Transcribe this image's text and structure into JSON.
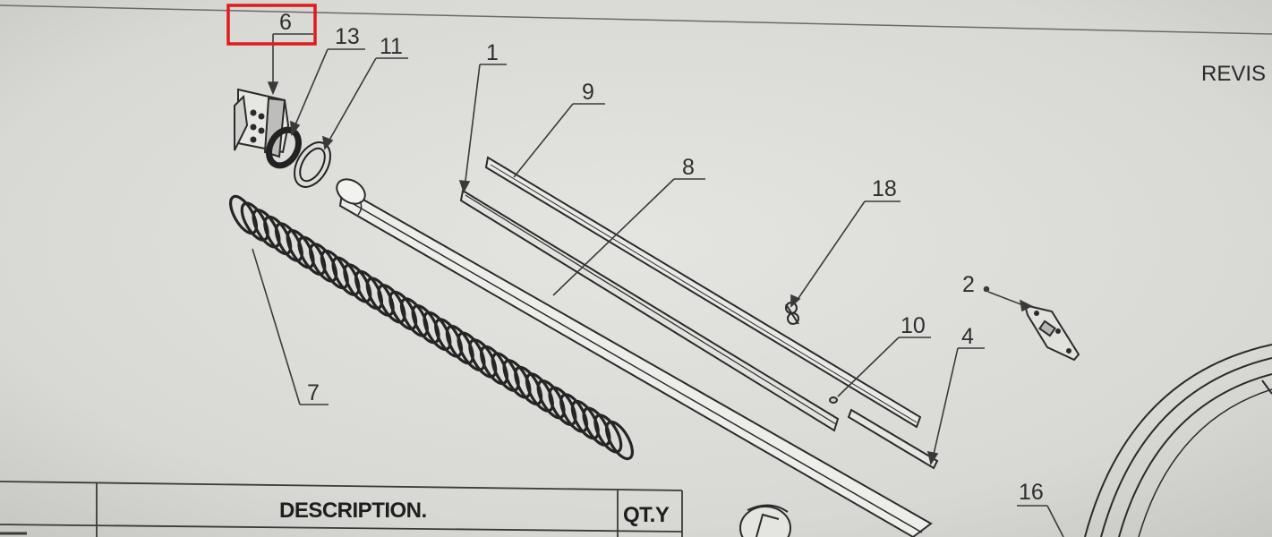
{
  "drawing": {
    "revision_label": "REVIS",
    "highlight_color": "#e01b1b",
    "highlighted_callout": "6",
    "callouts": {
      "c1": "1",
      "c2": "2",
      "c4": "4",
      "c6": "6",
      "c7": "7",
      "c8": "8",
      "c9": "9",
      "c10": "10",
      "c11": "11",
      "c13": "13",
      "c16": "16",
      "c18": "18"
    },
    "parts_table": {
      "headers": {
        "description": "DESCRIPTION.",
        "quantity": "QT.Y"
      }
    }
  }
}
